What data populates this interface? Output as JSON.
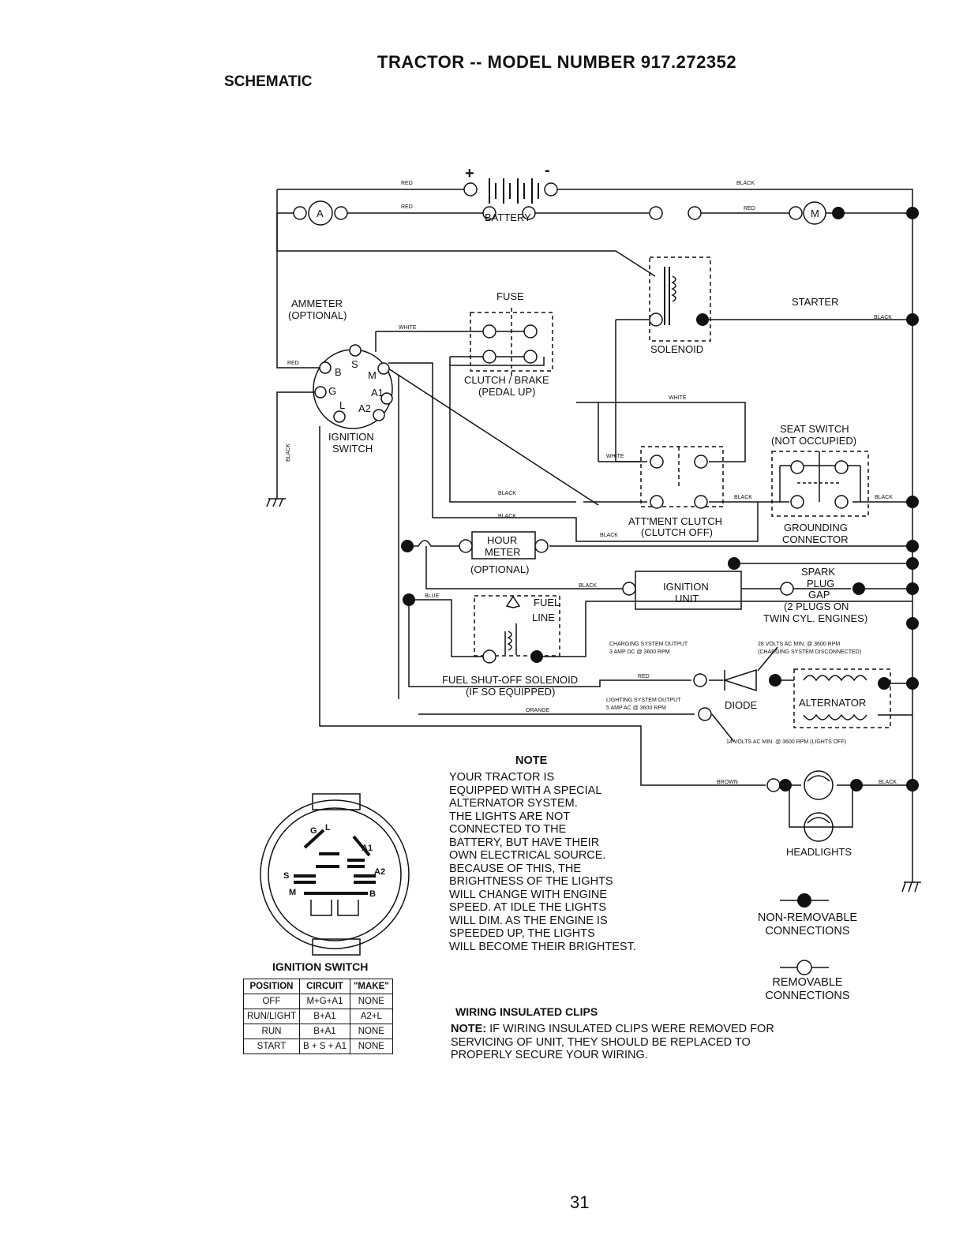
{
  "header": {
    "title": "TRACTOR -- MODEL NUMBER 917.272352",
    "section": "SCHEMATIC"
  },
  "components": {
    "battery": "BATTERY",
    "ammeter": "AMMETER",
    "ammeter_opt": "(OPTIONAL)",
    "ammeter_symbol": "A",
    "fuse": "FUSE",
    "starter": "STARTER",
    "starter_symbol": "M",
    "solenoid": "SOLENOID",
    "clutch_brake_1": "CLUTCH / BRAKE",
    "clutch_brake_2": "(PEDAL UP)",
    "ignition_switch_1": "IGNITION",
    "ignition_switch_2": "SWITCH",
    "seat_switch_1": "SEAT SWITCH",
    "seat_switch_2": "(NOT OCCUPIED)",
    "attment_1": "ATT'MENT CLUTCH",
    "attment_2": "(CLUTCH OFF)",
    "grounding_1": "GROUNDING",
    "grounding_2": "CONNECTOR",
    "hour_meter_1": "HOUR",
    "hour_meter_2": "METER",
    "hour_meter_opt": "(OPTIONAL)",
    "ignition_unit_1": "IGNITION",
    "ignition_unit_2": "UNIT",
    "spark_1": "SPARK",
    "spark_2": "PLUG",
    "spark_3": "GAP",
    "spark_4": "(2 PLUGS ON",
    "spark_5": "TWIN CYL. ENGINES)",
    "fuel_1": "FUEL",
    "fuel_2": "LINE",
    "fuel_sol_1": "FUEL SHUT-OFF SOLENOID",
    "fuel_sol_2": "(IF SO EQUIPPED)",
    "charging_1": "CHARGING SYSTEM OUTPUT",
    "charging_2": "3 AMP DC @ 3600 RPM",
    "volts28_1": "28 VOLTS AC MIN. @ 3600 RPM",
    "volts28_2": "(CHARGING SYSTEM DISCONNECTED)",
    "lighting_1": "LIGHTING SYSTEM OUTPUT",
    "lighting_2": "5 AMP AC @ 3600 RPM",
    "diode": "DIODE",
    "alternator": "ALTERNATOR",
    "volts14": "14 VOLTS AC MIN. @ 3600 RPM (LIGHTS OFF)",
    "headlights": "HEADLIGHTS",
    "sw_b": "B",
    "sw_s": "S",
    "sw_m": "M",
    "sw_g": "G",
    "sw_a1": "A1",
    "sw_l": "L",
    "sw_a2": "A2",
    "plus": "+",
    "minus": "-"
  },
  "wires": {
    "red": "RED",
    "black": "BLACK",
    "white": "WHITE",
    "blue": "BLUE",
    "orange": "ORANGE",
    "brown": "BROWN"
  },
  "connector_face": {
    "g": "G",
    "l": "L",
    "a1": "A1",
    "a2": "A2",
    "s": "S",
    "m": "M",
    "b": "B"
  },
  "note": {
    "heading": "NOTE",
    "lines": [
      "YOUR TRACTOR IS",
      "EQUIPPED WITH A SPECIAL",
      "ALTERNATOR SYSTEM.",
      "THE LIGHTS ARE NOT",
      "CONNECTED TO THE",
      "BATTERY, BUT HAVE THEIR",
      "OWN ELECTRICAL SOURCE.",
      "BECAUSE OF THIS, THE",
      "BRIGHTNESS OF THE LIGHTS",
      "WILL CHANGE WITH ENGINE",
      "SPEED.  AT IDLE THE LIGHTS",
      "WILL DIM.  AS THE ENGINE IS",
      "SPEEDED UP, THE LIGHTS",
      "WILL BECOME THEIR BRIGHTEST."
    ]
  },
  "legend": {
    "non_removable_1": "NON-REMOVABLE",
    "non_removable_2": "CONNECTIONS",
    "removable_1": "REMOVABLE",
    "removable_2": "CONNECTIONS"
  },
  "ignition_table": {
    "caption": "IGNITION SWITCH",
    "headers": [
      "POSITION",
      "CIRCUIT",
      "\"MAKE\""
    ],
    "rows": [
      [
        "OFF",
        "M+G+A1",
        "NONE"
      ],
      [
        "RUN/LIGHT",
        "B+A1",
        "A2+L"
      ],
      [
        "RUN",
        "B+A1",
        "NONE"
      ],
      [
        "START",
        "B + S + A1",
        "NONE"
      ]
    ]
  },
  "clips": {
    "heading": "WIRING INSULATED CLIPS",
    "note_label": "NOTE:",
    "note_text_1": " IF WIRING INSULATED CLIPS WERE REMOVED FOR",
    "note_text_2": "SERVICING OF UNIT, THEY SHOULD BE REPLACED TO",
    "note_text_3": "PROPERLY SECURE YOUR WIRING."
  },
  "page_number": "31"
}
